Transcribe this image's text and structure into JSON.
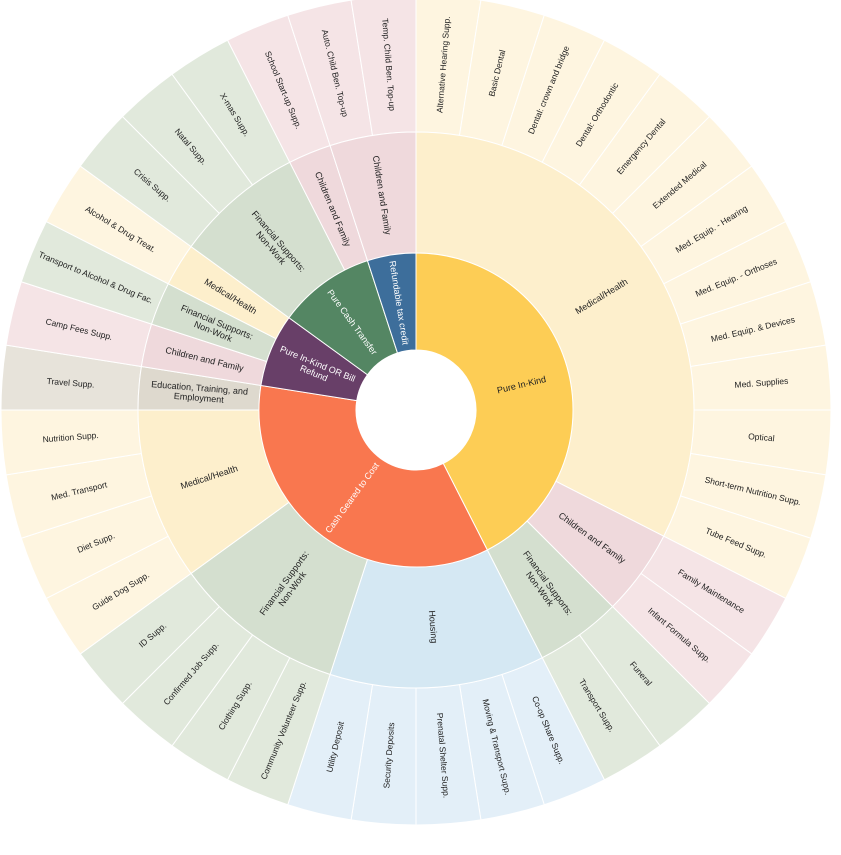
{
  "colors": {
    "Pure In-Kind": {
      "inner": "#fdcd55",
      "mid": "#fdefcc",
      "outer": "#fef5e0"
    },
    "Cash Geared to Cost": {
      "inner": "#f9774f"
    },
    "Pure In-Kind OR Bill Refund": {
      "inner": "#683f68"
    },
    "Pure Cash Transfer": {
      "inner": "#548663"
    },
    "Refundable tax credit": {
      "inner": "#3d6e9b"
    },
    "Medical/Health": {
      "mid": "#fdefcc",
      "outer": "#fef5e0"
    },
    "Children and Family": {
      "mid": "#efd9dc",
      "outer": "#f5e4e6"
    },
    "Financial Supports: Non-Work": {
      "mid": "#d4dfcf",
      "outer": "#e1e9dc"
    },
    "Housing": {
      "mid": "#d5e8f3",
      "outer": "#e3eff8"
    },
    "Education, Training, and Employment": {
      "mid": "#ded9ce",
      "outer": "#e7e3da"
    }
  },
  "diagram": {
    "type": "sunburst",
    "groups": [
      {
        "label": "Pure In-Kind",
        "children": [
          {
            "label": "Medical/Health",
            "leaves": [
              "Alternative Hearing Supp.",
              "Basic Dental",
              "Dental: crown and bridge",
              "Dental: Orthodontic",
              "Emergency Dental",
              "Extended Medical",
              "Med. Equip. - Hearing",
              "Med. Equip. - Orthoses",
              "Med. Equip. & Devices",
              "Med. Supplies",
              "Optical",
              "Short-term Nutrition Supp.",
              "Tube Feed Supp."
            ]
          },
          {
            "label": "Children and Family",
            "leaves": [
              "Family Maintenance",
              "Infant Formula Supp."
            ]
          },
          {
            "label": "Financial Supports: Non-Work",
            "leaves": [
              "Funeral",
              "Transport Supp."
            ]
          }
        ]
      },
      {
        "label": "Cash Geared to Cost",
        "children": [
          {
            "label": "Housing",
            "leaves": [
              "Co-op Share Supp.",
              "Moving & Transport Supp.",
              "Prenatal Shelter Supp.",
              "Security Deposits",
              "Utility Deposit"
            ]
          },
          {
            "label": "Financial Supports: Non-Work",
            "leaves": [
              "Community Volunteer Supp.",
              "Clothing Supp.",
              "Confirmed Job Supp.",
              "ID Supp."
            ]
          },
          {
            "label": "Medical/Health",
            "leaves": [
              "Guide Dog Supp.",
              "Diet Supp.",
              "Med. Transport",
              "Nutrition Supp."
            ]
          },
          {
            "label": "Education, Training, and Employment",
            "leaves": [
              "Travel Supp."
            ]
          }
        ]
      },
      {
        "label": "Pure In-Kind OR Bill Refund",
        "children": [
          {
            "label": "Children and Family",
            "leaves": [
              "Camp Fees Supp."
            ]
          },
          {
            "label": "Financial Supports: Non-Work",
            "leaves": [
              "Transport to Alcohol & Drug Fac."
            ]
          },
          {
            "label": "Medical/Health",
            "leaves": [
              "Alcohol & Drug Treat."
            ]
          }
        ]
      },
      {
        "label": "Pure Cash Transfer",
        "children": [
          {
            "label": "Financial Supports: Non-Work",
            "leaves": [
              "Crisis Supp.",
              "Natal Supp.",
              "X-mas Supp."
            ]
          },
          {
            "label": "Children and Family",
            "leaves": [
              "School Start-up Supp."
            ]
          }
        ]
      },
      {
        "label": "Refundable tax credit",
        "children": [
          {
            "label": "Children and Family",
            "leaves": [
              "Auto. Child Ben. Top-up",
              "Temp. Child Ben. Top-up"
            ]
          }
        ]
      }
    ]
  }
}
